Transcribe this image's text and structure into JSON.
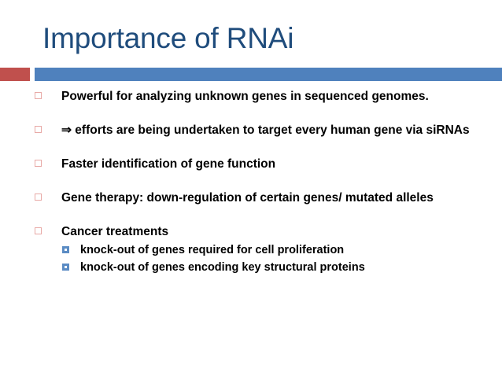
{
  "slide": {
    "title": "Importance of RNAi",
    "title_color": "#1f4c7c",
    "divider_accent_color": "#c0504d",
    "divider_main_color": "#4f81bd",
    "bullet_marker_color": "#e8a9a6",
    "subbullet_marker_color": "#5b8cc4",
    "background_color": "#ffffff",
    "bullets": [
      {
        "text": "Powerful for analyzing unknown genes in sequenced genomes.",
        "marker": "hollow-square-bullet",
        "subbullets": []
      },
      {
        "text": "⇒ efforts are being undertaken to target every human gene via siRNAs",
        "marker": "hollow-square-bullet",
        "subbullets": []
      },
      {
        "text": "Faster identification of gene function",
        "marker": "hollow-square-bullet",
        "subbullets": []
      },
      {
        "text": "Gene therapy: down-regulation of certain genes/ mutated alleles",
        "marker": "hollow-square-bullet",
        "subbullets": []
      },
      {
        "text": "Cancer treatments",
        "marker": "hollow-square-bullet",
        "subbullets": [
          {
            "text": "knock-out of genes required for cell proliferation",
            "marker": "filled-square-bullet"
          },
          {
            "text": "knock-out of genes encoding key structural proteins",
            "marker": "filled-square-bullet"
          }
        ]
      }
    ]
  }
}
